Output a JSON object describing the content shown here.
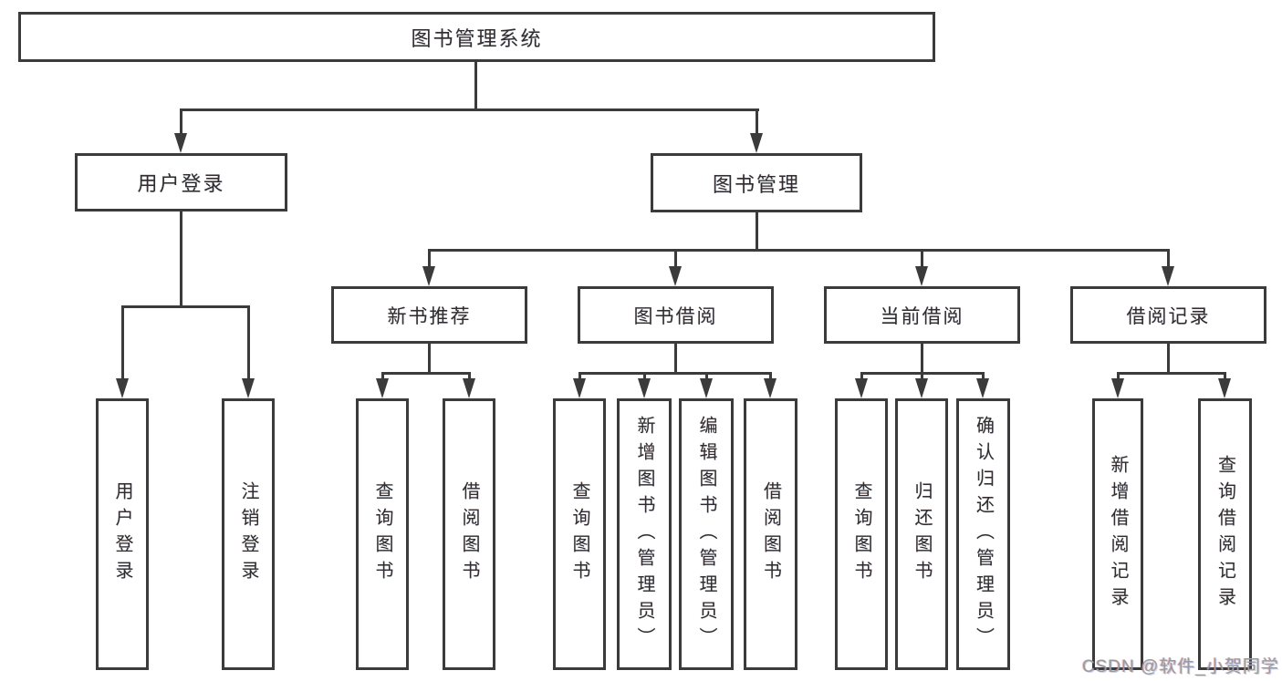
{
  "colors": {
    "line": "#3b3b3b",
    "box_border": "#3b3b3b",
    "box_background": "#ffffff",
    "text": "#2e2e2e",
    "watermark": "#9b9b9b",
    "page_background": "#ffffff"
  },
  "root": {
    "label": "图书管理系统"
  },
  "level2": [
    {
      "label": "用户登录"
    },
    {
      "label": "图书管理"
    }
  ],
  "level3": [
    {
      "label": "新书推荐"
    },
    {
      "label": "图书借阅"
    },
    {
      "label": "当前借阅"
    },
    {
      "label": "借阅记录"
    }
  ],
  "leaves": [
    {
      "label": "用户登录"
    },
    {
      "label": "注销登录"
    },
    {
      "label": "查询图书"
    },
    {
      "label": "借阅图书"
    },
    {
      "label": "查询图书"
    },
    {
      "label": "新增图书（管理员）"
    },
    {
      "label": "编辑图书（管理员）"
    },
    {
      "label": "借阅图书"
    },
    {
      "label": "查询图书"
    },
    {
      "label": "归还图书"
    },
    {
      "label": "确认归还（管理员）"
    },
    {
      "label": "新增借阅记录"
    },
    {
      "label": "查询借阅记录"
    }
  ],
  "watermark": {
    "text": "CSDN @软件_小贺同学"
  }
}
